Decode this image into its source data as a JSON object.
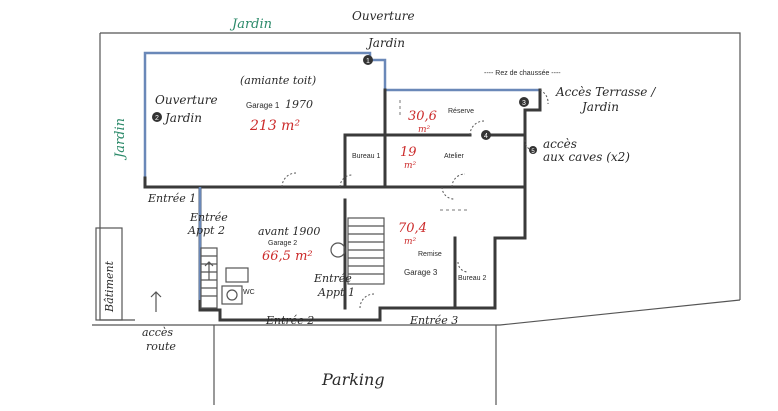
{
  "labels": {
    "jardin_top": "Jardin",
    "ouverture_jardin_top_1": "Ouverture",
    "ouverture_jardin_top_2": "Jardin",
    "ouverture_jardin_left_1": "Ouverture",
    "ouverture_jardin_left_2": "Jardin",
    "jardin_left": "Jardin",
    "rez_de_chaussee": "---- Rez de chaussée ----",
    "acces_terrasse_1": "Accès Terrasse /",
    "acces_terrasse_2": "Jardin",
    "acces_caves_1": "accès",
    "acces_caves_2": "aux caves (x2)",
    "entree_1": "Entrée 1",
    "entree_appt2_1": "Entrée",
    "entree_appt2_2": "Appt 2",
    "entree_appt1_1": "Entrée",
    "entree_appt1_2": "Appt 1",
    "entree_2": "Entrée 2",
    "entree_3": "Entrée 3",
    "batiment": "Bâtiment",
    "acces_route_1": "accès",
    "acces_route_2": "route",
    "parking": "Parking",
    "wc": "WC"
  },
  "rooms": {
    "garage1": {
      "note": "(amiante toit)",
      "name": "Garage 1",
      "year": "1970",
      "area": "213 m²"
    },
    "reserve": {
      "area_1": "30,6",
      "area_2": "m²",
      "name": "Réserve"
    },
    "bureau1": {
      "name": "Bureau 1"
    },
    "atelier": {
      "area_1": "19",
      "area_2": "m²",
      "name": "Atelier"
    },
    "garage2": {
      "note": "avant 1900",
      "name": "Garage 2",
      "area": "66,5 m²"
    },
    "remise": {
      "area_1": "70,4",
      "area_2": "m²",
      "name": "Remise"
    },
    "garage3": {
      "name": "Garage 3"
    },
    "bureau2": {
      "name": "Bureau 2"
    }
  },
  "markers": [
    "1",
    "2",
    "3",
    "4",
    "5"
  ],
  "colors": {
    "ink": "#2a2a2a",
    "red": "#cc2b2b",
    "green": "#2c8a6a",
    "blue": "#6a88b8"
  }
}
